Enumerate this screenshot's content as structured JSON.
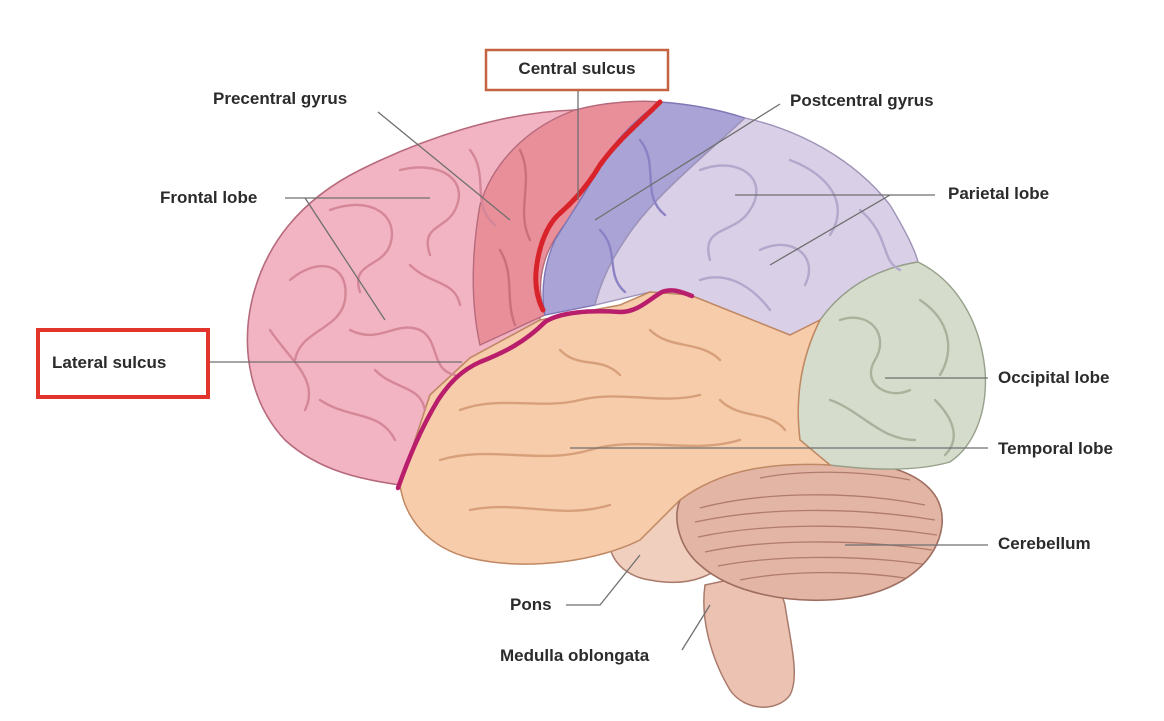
{
  "labels": {
    "central_sulcus": "Central sulcus",
    "precentral_gyrus": "Precentral gyrus",
    "postcentral_gyrus": "Postcentral gyrus",
    "frontal_lobe": "Frontal lobe",
    "parietal_lobe": "Parietal lobe",
    "lateral_sulcus": "Lateral sulcus",
    "occipital_lobe": "Occipital lobe",
    "temporal_lobe": "Temporal lobe",
    "cerebellum": "Cerebellum",
    "pons": "Pons",
    "medulla_oblongata": "Medulla oblongata"
  },
  "colors": {
    "frontal_lobe": "#f2b4c2",
    "precentral_gyrus": "#e98f9a",
    "postcentral_gyrus": "#a9a3d6",
    "parietal_lobe": "#d9cfe6",
    "occipital_lobe": "#d5dccb",
    "temporal_lobe": "#f7ccaa",
    "cerebellum": "#e3b5a4",
    "brainstem": "#ecc2b2",
    "central_sulcus_highlight": "#d8232a",
    "lateral_sulcus_highlight": "#b81e6b",
    "highlight_box": "#e2342a",
    "central_box": "#c4633f"
  }
}
